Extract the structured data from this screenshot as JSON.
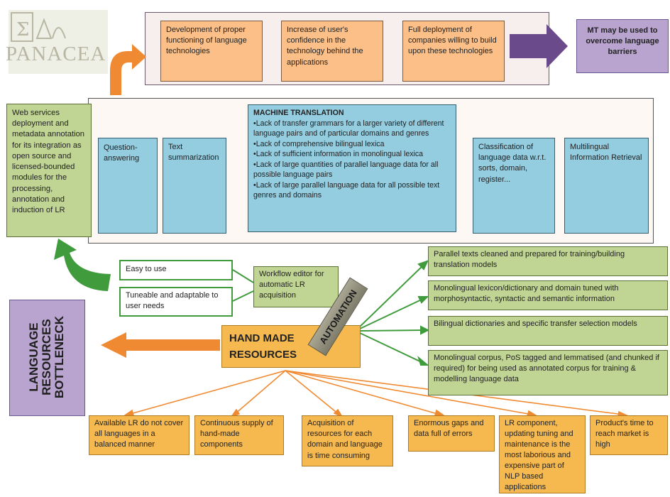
{
  "logo": {
    "text": "PANACEA",
    "icon": "panacea-logo-icon"
  },
  "top_row": {
    "boxes": [
      "Development of proper functioning of language technologies",
      "Increase of user's confidence in the technology behind the applications",
      "Full deployment of companies willing to build upon these technologies"
    ],
    "result": "MT may be used to overcome language barriers"
  },
  "web_services": "Web services deployment and metadata annotation for its integration as open source and licensed-bounded modules for the processing, annotation and induction of LR",
  "applications": {
    "qa": "Question-answering",
    "summ": "Text summarization",
    "mt_title": "MACHINE TRANSLATION",
    "mt_items": [
      "•Lack of transfer grammars for a larger variety of different language pairs and of particular domains and genres",
      "•Lack of comprehensive bilingual lexica",
      "•Lack of sufficient information in monolingual lexica",
      "•Lack of large quantities of parallel language data for all possible language pairs",
      "•Lack of large parallel language data for all possible text genres and domains"
    ],
    "classification": "Classification of language data w.r.t. sorts, domain, register...",
    "retrieval": "Multilingual Information Retrieval"
  },
  "workflow": {
    "easy": "Easy to use",
    "tuneable": "Tuneable and adaptable to user needs",
    "editor": "Workflow editor for automatic LR acquisition"
  },
  "automation": "AUTOMATION",
  "hand_made": "HAND MADE RESOURCES",
  "bottleneck": [
    "LANGUAGE",
    "RESOURCES",
    "BOTTLENECK"
  ],
  "outputs": [
    "Parallel texts cleaned and prepared for training/building translation models",
    "Monolingual lexicon/dictionary and domain tuned with morphosyntactic, syntactic and semantic information",
    "Bilingual dictionaries and specific transfer selection models",
    "Monolingual corpus, PoS tagged and lemmatised (and chunked if required) for being used as annotated corpus for training & modelling language data"
  ],
  "problems": [
    "Available LR do not cover all languages in a balanced manner",
    "Continuous supply of hand-made components",
    "Acquisition of resources for each domain and language is time consuming",
    "Enormous gaps and data full of errors",
    "LR component, updating tuning and maintenance is the most laborious and expensive part of NLP based applications",
    "Product's time to reach market is high"
  ],
  "colors": {
    "orange_box": "#fbbf87",
    "blue_box": "#94cde0",
    "green_box": "#c0d594",
    "purple_box": "#b8a4cf",
    "gold_box": "#f6b94f",
    "green_arrow": "#3f9b3b",
    "orange_arrow": "#f08a32",
    "purple_arrow": "#6a4a8a"
  }
}
